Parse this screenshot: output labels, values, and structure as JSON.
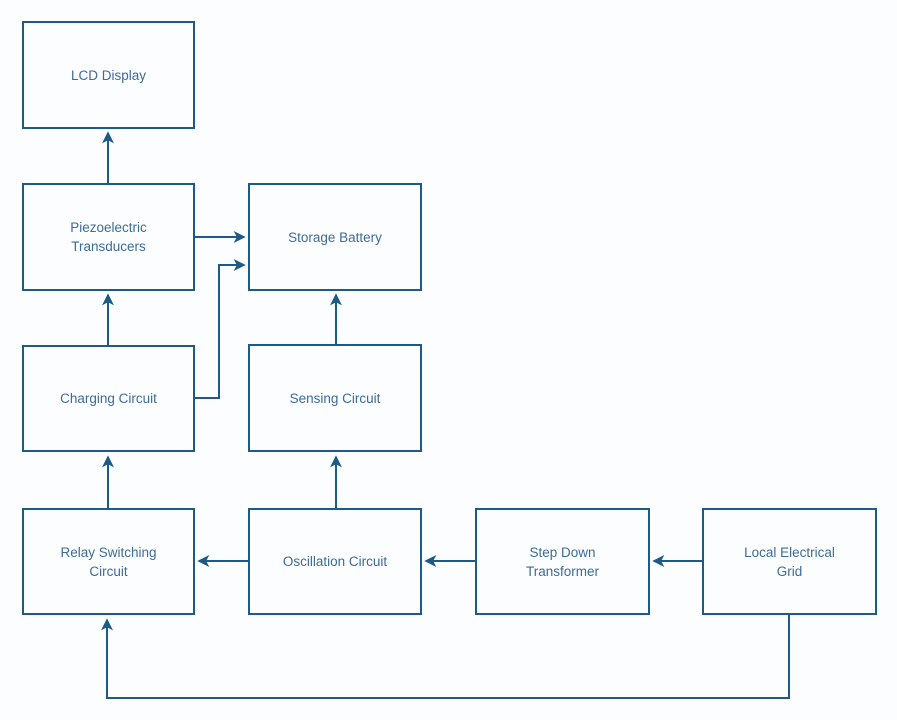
{
  "diagram": {
    "type": "block-diagram",
    "colors": {
      "border": "#1e5a87",
      "arrow": "#1e5a87",
      "text": "#3d6b9a",
      "background": "#fcfdfe"
    },
    "nodes": [
      {
        "id": "lcd-display",
        "label": "LCD Display"
      },
      {
        "id": "piezoelectric-transducers",
        "label": "Piezoelectric Transducers"
      },
      {
        "id": "storage-battery",
        "label": "Storage Battery"
      },
      {
        "id": "charging-circuit",
        "label": "Charging Circuit"
      },
      {
        "id": "sensing-circuit",
        "label": "Sensing Circuit"
      },
      {
        "id": "relay-switching-circuit",
        "label": "Relay Switching Circuit"
      },
      {
        "id": "oscillation-circuit",
        "label": "Oscillation Circuit"
      },
      {
        "id": "step-down-transformer",
        "label": "Step Down Transformer"
      },
      {
        "id": "local-electrical-grid",
        "label": "Local Electrical Grid"
      }
    ],
    "edges": [
      {
        "from": "piezoelectric-transducers",
        "to": "lcd-display"
      },
      {
        "from": "piezoelectric-transducers",
        "to": "storage-battery"
      },
      {
        "from": "charging-circuit",
        "to": "piezoelectric-transducers"
      },
      {
        "from": "charging-circuit",
        "to": "storage-battery"
      },
      {
        "from": "sensing-circuit",
        "to": "storage-battery"
      },
      {
        "from": "relay-switching-circuit",
        "to": "charging-circuit"
      },
      {
        "from": "oscillation-circuit",
        "to": "sensing-circuit"
      },
      {
        "from": "oscillation-circuit",
        "to": "relay-switching-circuit"
      },
      {
        "from": "step-down-transformer",
        "to": "oscillation-circuit"
      },
      {
        "from": "local-electrical-grid",
        "to": "step-down-transformer"
      },
      {
        "from": "local-electrical-grid",
        "to": "relay-switching-circuit"
      }
    ]
  }
}
